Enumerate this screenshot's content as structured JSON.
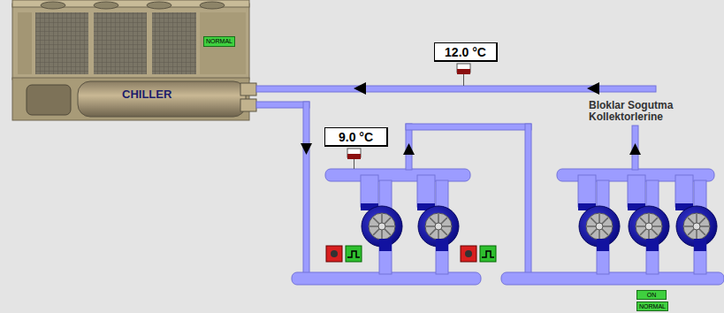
{
  "diagram": {
    "nodes": [
      {
        "text": [
          "CHILLER"
        ]
      },
      {
        "text": [
          "NORMAL"
        ],
        "in": 0
      },
      {
        "text": [
          "12.0 °C"
        ]
      },
      {
        "text": [
          "9.0 °C"
        ]
      },
      {
        "text": [
          "ON"
        ]
      },
      {
        "text": [
          "NORMAL"
        ]
      }
    ],
    "labels": [
      "Bloklar Sogutma Kollektorlerine"
    ]
  }
}
